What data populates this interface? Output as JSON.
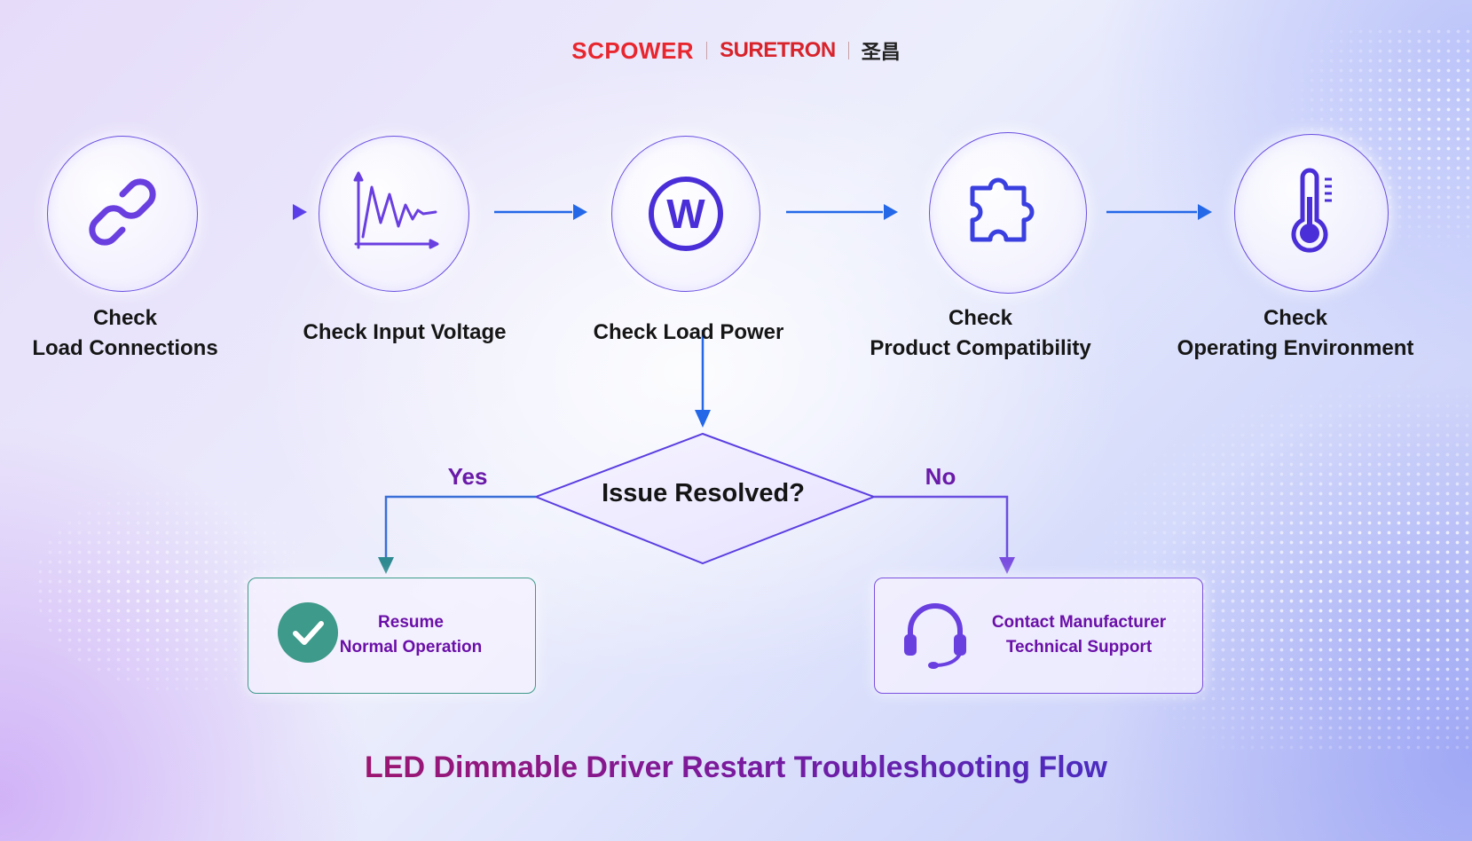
{
  "brand": {
    "logo_primary": "SCPOWER",
    "logo_secondary": "SURETRON",
    "logo_chinese": "圣昌",
    "logo_primary_color": "#e8262e",
    "logo_secondary_color": "#d8232b"
  },
  "steps": [
    {
      "line1": "Check",
      "line2": "Load Connections",
      "icon": "chain-link-icon"
    },
    {
      "line1": "",
      "line2": "Check Input Voltage",
      "icon": "voltage-waveform-icon"
    },
    {
      "line1": "",
      "line2": "Check Load Power",
      "icon": "watt-icon",
      "icon_text": "W"
    },
    {
      "line1": "Check",
      "line2": "Product Compatibility",
      "icon": "puzzle-piece-icon"
    },
    {
      "line1": "Check",
      "line2": "Operating Environment",
      "icon": "thermometer-icon"
    }
  ],
  "decision": {
    "question": "Issue Resolved?",
    "yes_label": "Yes",
    "no_label": "No"
  },
  "outcomes": {
    "yes": {
      "line1": "Resume",
      "line2": "Normal Operation",
      "icon": "check-circle-icon",
      "border_color": "#3e9a8a"
    },
    "no": {
      "line1": "Contact Manufacturer",
      "line2": "Technical Support",
      "icon": "headset-icon",
      "border_color": "#7a4fe0"
    }
  },
  "title": "LED Dimmable Driver Restart Troubleshooting Flow",
  "colors": {
    "accent_purple": "#5b3fe0",
    "arrow_blue": "#2468e8",
    "label_purple": "#6a1aa8",
    "teal": "#3e9a8a"
  }
}
